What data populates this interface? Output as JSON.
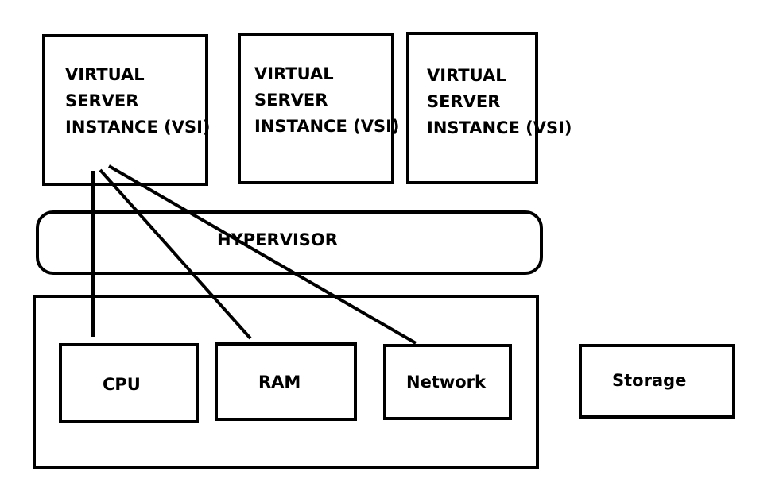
{
  "diagram": {
    "vsi_boxes": [
      {
        "label": "VIRTUAL\nSERVER\nINSTANCE (VSI)"
      },
      {
        "label": "VIRTUAL\nSERVER\nINSTANCE (VSI)"
      },
      {
        "label": "VIRTUAL\nSERVER\nINSTANCE (VSI)"
      }
    ],
    "hypervisor": {
      "label": "HYPERVISOR"
    },
    "resources": [
      {
        "label": "CPU"
      },
      {
        "label": "RAM"
      },
      {
        "label": "Network"
      }
    ],
    "storage": {
      "label": "Storage"
    },
    "colors": {
      "stroke": "#000000",
      "background": "#ffffff"
    }
  }
}
